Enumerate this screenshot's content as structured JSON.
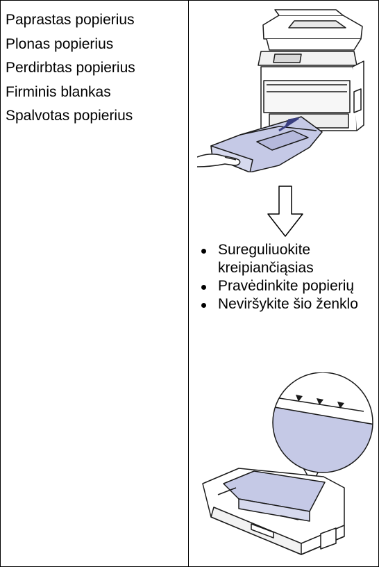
{
  "paper_types": [
    "Paprastas popierius",
    "Plonas popierius",
    "Perdirbtas popierius",
    "Firminis blankas",
    "Spalvotas popierius"
  ],
  "instructions": [
    "Sureguliuokite kreipiančiąsias",
    "Pravėdinkite popierių",
    "Neviršykite šio ženklo"
  ],
  "icons": {
    "printer": "printer-pulling-tray-illustration",
    "arrow": "down-arrow-icon",
    "tray": "paper-tray-max-mark-illustration"
  },
  "colors": {
    "tray_fill": "#c5c9e6",
    "line": "#1a1a1a"
  }
}
